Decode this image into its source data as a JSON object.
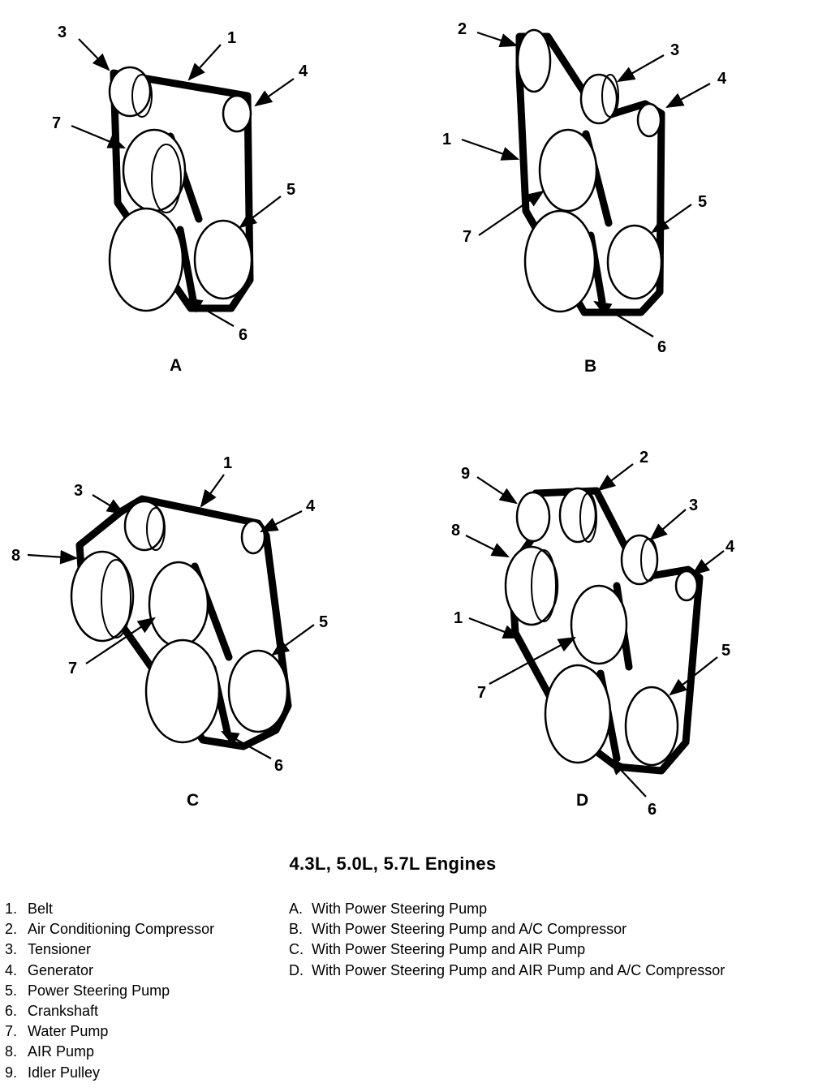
{
  "title": "4.3L, 5.0L, 5.7L Engines",
  "panels": [
    {
      "id": "A",
      "caption": "A",
      "callouts": [
        "1",
        "3",
        "4",
        "5",
        "6",
        "7"
      ]
    },
    {
      "id": "B",
      "caption": "B",
      "callouts": [
        "1",
        "2",
        "3",
        "4",
        "5",
        "6",
        "7"
      ]
    },
    {
      "id": "C",
      "caption": "C",
      "callouts": [
        "1",
        "3",
        "4",
        "5",
        "6",
        "7",
        "8"
      ]
    },
    {
      "id": "D",
      "caption": "D",
      "callouts": [
        "1",
        "2",
        "3",
        "4",
        "5",
        "6",
        "7",
        "8",
        "9"
      ]
    }
  ],
  "parts_legend": [
    {
      "num": "1.",
      "label": "Belt"
    },
    {
      "num": "2.",
      "label": "Air Conditioning Compressor"
    },
    {
      "num": "3.",
      "label": "Tensioner"
    },
    {
      "num": "4.",
      "label": "Generator"
    },
    {
      "num": "5.",
      "label": "Power Steering Pump"
    },
    {
      "num": "6.",
      "label": "Crankshaft"
    },
    {
      "num": "7.",
      "label": "Water Pump"
    },
    {
      "num": "8.",
      "label": "AIR Pump"
    },
    {
      "num": "9.",
      "label": "Idler Pulley"
    }
  ],
  "config_legend": [
    {
      "num": "A.",
      "label": "With Power Steering Pump"
    },
    {
      "num": "B.",
      "label": "With Power Steering Pump and A/C Compressor"
    },
    {
      "num": "C.",
      "label": "With Power Steering Pump and AIR Pump"
    },
    {
      "num": "D.",
      "label": "With Power Steering Pump and AIR Pump and A/C Compressor"
    }
  ]
}
